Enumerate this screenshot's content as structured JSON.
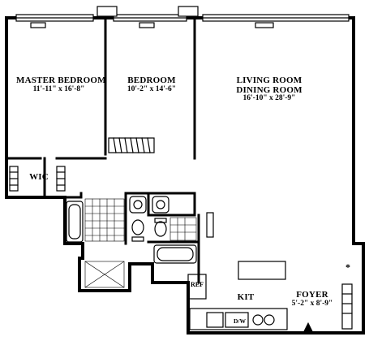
{
  "rooms": {
    "master_bedroom": {
      "name": "MASTER BEDROOM",
      "dims": "11'-11\" x 16'-8\""
    },
    "bedroom": {
      "name": "BEDROOM",
      "dims": "10'-2\" x 14'-6\""
    },
    "living_dining": {
      "name_line1": "LIVING ROOM",
      "name_line2": "DINING ROOM",
      "dims": "16'-10\" x 28'-9\""
    },
    "foyer": {
      "name": "FOYER",
      "dims": "5'-2\" x 8'-9\""
    },
    "kitchen": {
      "name": "KIT"
    },
    "wic": {
      "name": "WIC"
    }
  },
  "fixtures": {
    "refrigerator": "REF",
    "dishwasher": "D/W",
    "asterisk": "*"
  }
}
